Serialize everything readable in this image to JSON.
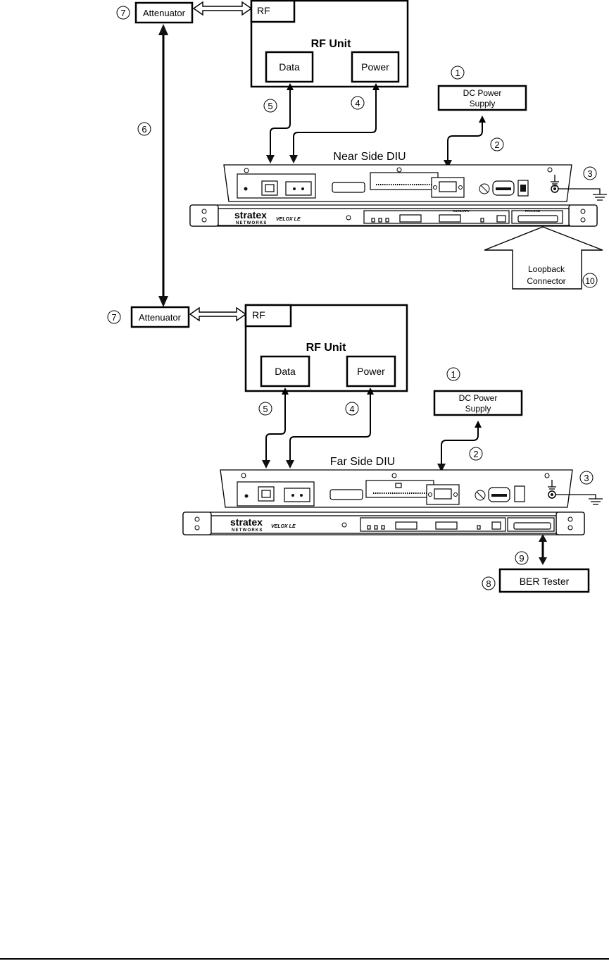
{
  "labels": {
    "attenuator": "Attenuator",
    "rf": "RF",
    "rf_unit": "RF Unit",
    "data": "Data",
    "power": "Power",
    "dc_power_line1": "DC Power",
    "dc_power_line2": "Supply",
    "near_side_diu": "Near Side DIU",
    "far_side_diu": "Far Side DIU",
    "loopback_line1": "Loopback",
    "loopback_line2": "Connector",
    "ber_tester": "BER Tester",
    "brand_line1": "stratex",
    "brand_line2": "NETWORKS",
    "model": "VELOX LE",
    "auxiliary": "AUXILIARY",
    "payload": "PAYLOAD"
  },
  "callouts": {
    "n1": "1",
    "n2": "2",
    "n3": "3",
    "n4": "4",
    "n5": "5",
    "n6": "6",
    "n7": "7",
    "n8": "8",
    "n9": "9",
    "n10": "10"
  }
}
